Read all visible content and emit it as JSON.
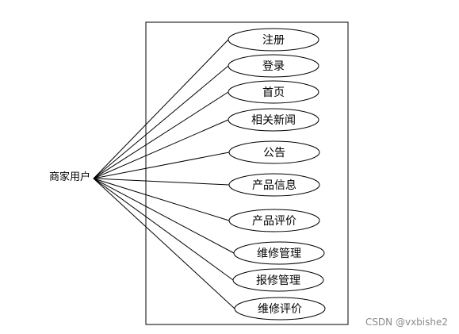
{
  "actor": {
    "label": "商家用户"
  },
  "use_cases": [
    {
      "label": "注册"
    },
    {
      "label": "登录"
    },
    {
      "label": "首页"
    },
    {
      "label": "相关新闻"
    },
    {
      "label": "公告"
    },
    {
      "label": "产品信息"
    },
    {
      "label": "产品评价"
    },
    {
      "label": "维修管理"
    },
    {
      "label": "报修管理"
    },
    {
      "label": "维修评价"
    }
  ],
  "watermark": "CSDN @vxbishe2",
  "colors": {
    "stroke": "#000000",
    "background": "#ffffff",
    "watermark": "#8a8a8a"
  }
}
